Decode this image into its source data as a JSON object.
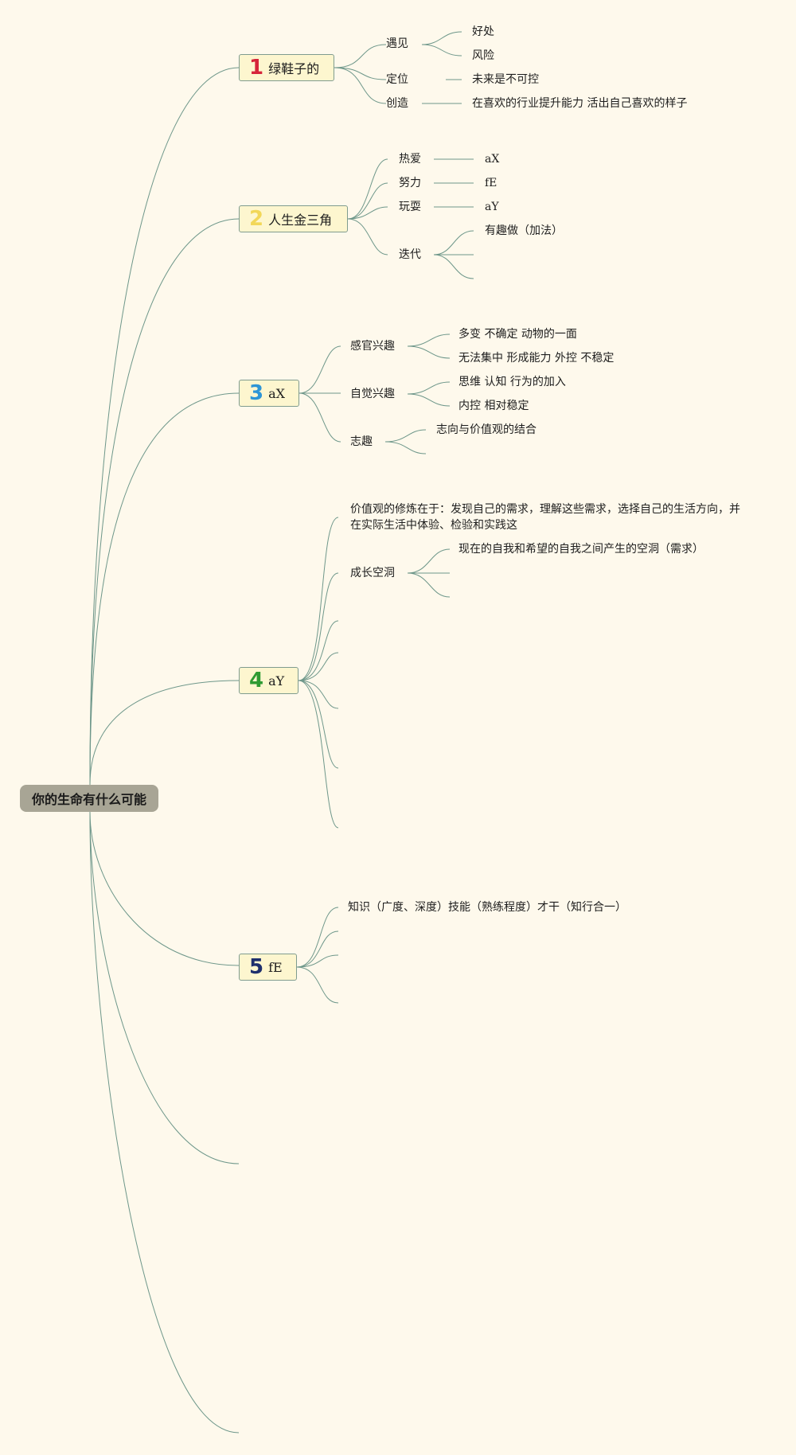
{
  "root": {
    "label": "你的生命有什么可能"
  },
  "topics": [
    {
      "number": "1",
      "label": "绿鞋子的",
      "children": [
        {
          "label": "遇见",
          "children": [
            "好处",
            "风险"
          ]
        },
        {
          "label": "定位",
          "children": [
            "未来是不可控"
          ]
        },
        {
          "label": "创造",
          "children": [
            "在喜欢的行业提升能力 活出自己喜欢的样子"
          ]
        }
      ]
    },
    {
      "number": "2",
      "label": "人生金三角",
      "children": [
        {
          "label": "热爱",
          "children": [
            "aX"
          ]
        },
        {
          "label": "努力",
          "children": [
            "fE"
          ]
        },
        {
          "label": "玩耍",
          "children": [
            "aY"
          ]
        },
        {
          "label": "迭代",
          "children": [
            "有趣做（加法）"
          ]
        }
      ]
    },
    {
      "number": "3",
      "label": "aX",
      "children": [
        {
          "label": "感官兴趣",
          "children": [
            "多变 不确定 动物的一面",
            "无法集中 形成能力 外控 不稳定"
          ]
        },
        {
          "label": "自觉兴趣",
          "children": [
            "思维 认知 行为的加入",
            "内控 相对稳定"
          ]
        },
        {
          "label": "志趣",
          "children": [
            "志向与价值观的结合"
          ]
        }
      ]
    },
    {
      "number": "4",
      "label": "aY",
      "children": [
        {
          "label": "价值观的修炼在于：发现自己的需求，理解这些需求，选择自己的生活方向，并在实际生活中体验、检验和实践这"
        },
        {
          "label": "成长空洞",
          "children": [
            "现在的自我和希望的自我之间产生的空洞（需求）"
          ]
        }
      ]
    },
    {
      "number": "5",
      "label": "fE",
      "children": [
        {
          "label": "知识（广度、深度）技能（熟练程度）才干（知行合一）"
        }
      ]
    }
  ],
  "colors": {
    "background": "#fef9ec",
    "line": "#6e978a",
    "root_fill": "#a8a595",
    "topic_fill": "#fdf6cf"
  }
}
